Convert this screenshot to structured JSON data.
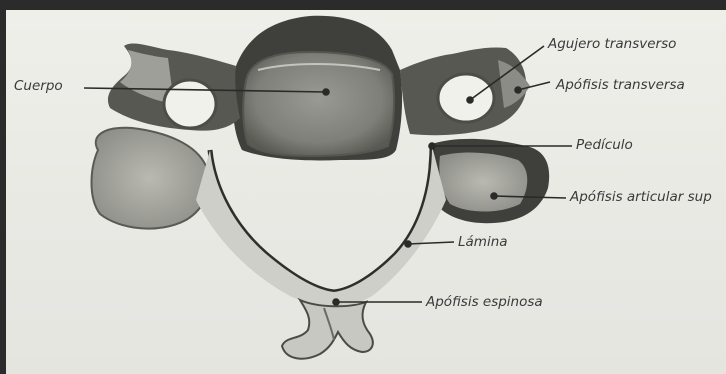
{
  "figure": {
    "labels": {
      "cuerpo": "Cuerpo",
      "agujero_transverso": "Agujero transverso",
      "apofisis_transversa": "Apófisis transversa",
      "pediculo": "Pedículo",
      "apofisis_articular_sup": "Apófisis articular sup",
      "lamina": "Lámina",
      "apofisis_espinosa": "Apófisis espinosa"
    }
  }
}
